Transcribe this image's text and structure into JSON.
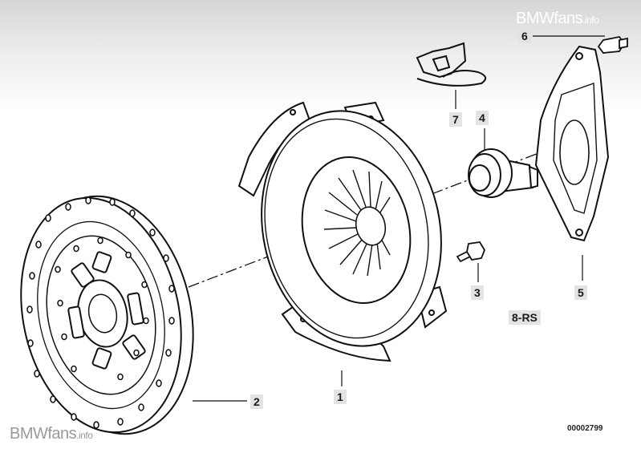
{
  "watermark": {
    "brand": "BMWfans",
    "suffix": ".info"
  },
  "callouts": {
    "c1": "1",
    "c2": "2",
    "c3": "3",
    "c4": "4",
    "c5": "5",
    "c6": "6",
    "c7": "7",
    "variant": "8-RS"
  },
  "reference_number": "00002799",
  "parts": [
    "clutch-pressure-plate",
    "clutch-disc",
    "hex-bolt",
    "release-bearing",
    "release-lever",
    "pin",
    "retaining-spring"
  ]
}
